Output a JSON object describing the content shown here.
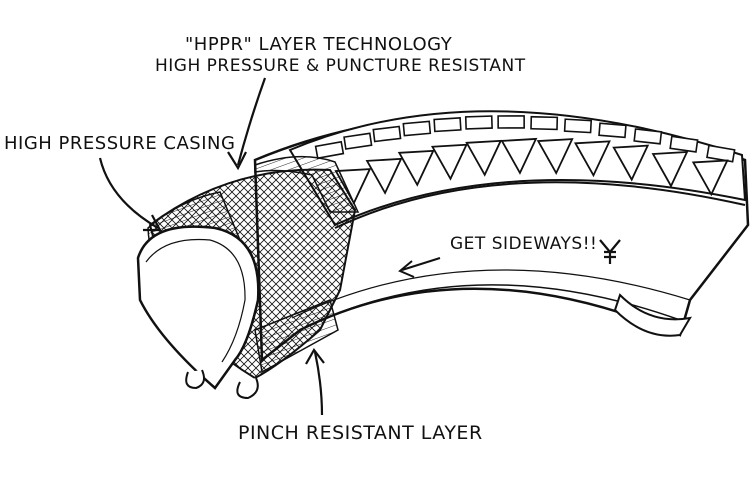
{
  "colors": {
    "ink": "#111111",
    "paper": "#ffffff"
  },
  "labels": {
    "hppr_line1": "\"HPPR\" LAYER TECHNOLOGY",
    "hppr_line2": "HIGH PRESSURE & PUNCTURE RESISTANT",
    "casing": "HIGH PRESSURE CASING",
    "pinch": "PINCH RESISTANT LAYER",
    "sideways": "GET SIDEWAYS!!"
  },
  "icons": {
    "logo": "fork-y-logo-icon"
  }
}
